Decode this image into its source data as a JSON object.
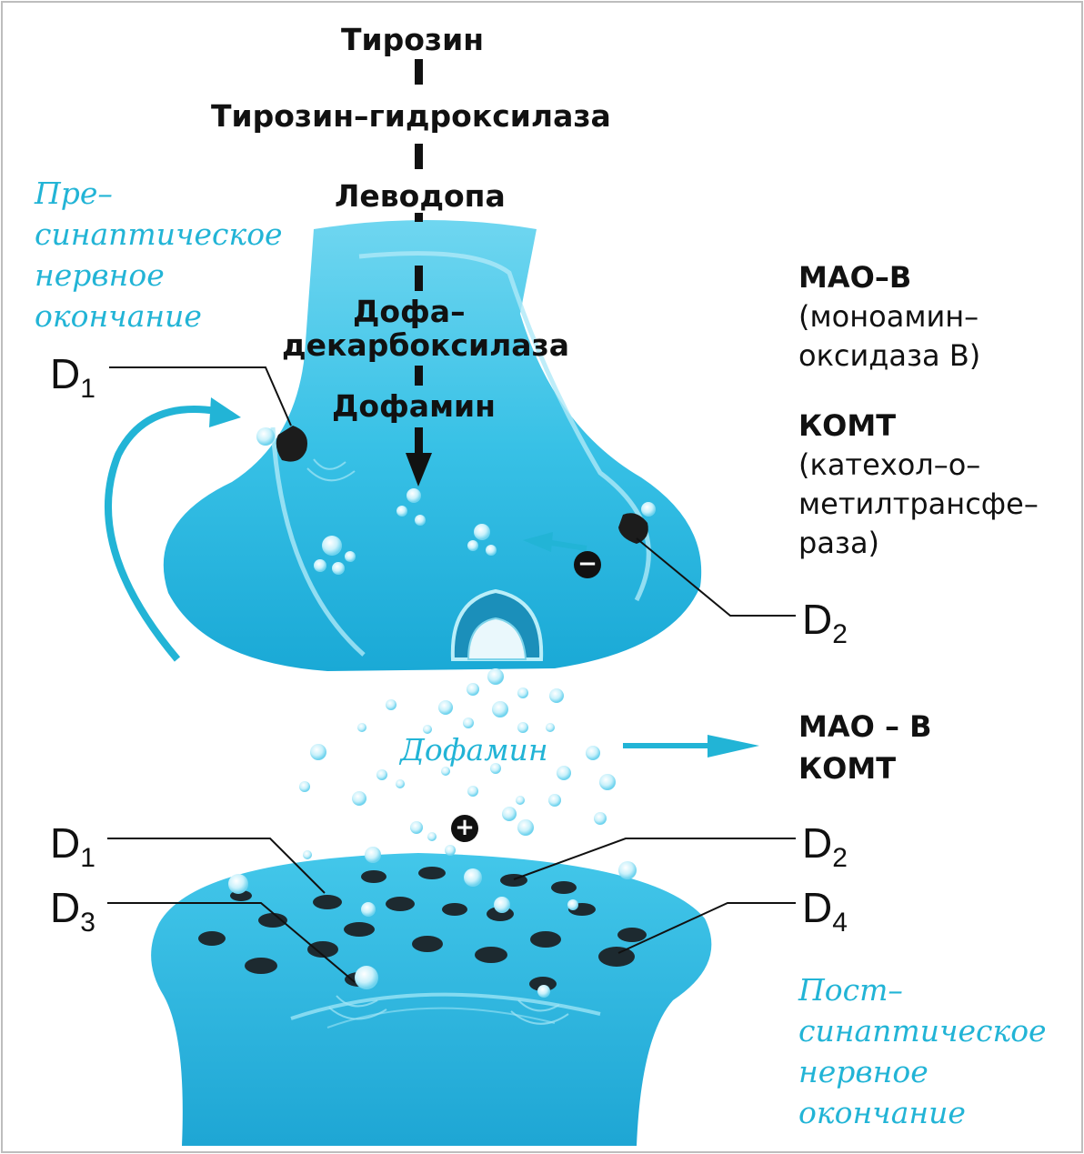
{
  "pathway": {
    "tyrosine": "Тирозин",
    "tyrosine_hydroxylase": "Тирозин–гидроксилаза",
    "levodopa": "Леводопа",
    "dopa_decarboxylase_1": "Дофа–",
    "dopa_decarboxylase_2": "декарбоксилаза",
    "dopamine": "Дофамин"
  },
  "presynaptic": {
    "lines": [
      "Пре–",
      "синаптическое",
      "нервное",
      "окончание"
    ]
  },
  "postsynaptic": {
    "lines": [
      "Пост–",
      "синаптическое",
      "нервное",
      "окончание"
    ]
  },
  "receptors": {
    "pre_d1": {
      "letter": "D",
      "sub": "1"
    },
    "pre_d2": {
      "letter": "D",
      "sub": "2"
    },
    "post_d1": {
      "letter": "D",
      "sub": "1"
    },
    "post_d2": {
      "letter": "D",
      "sub": "2"
    },
    "post_d3": {
      "letter": "D",
      "sub": "3"
    },
    "post_d4": {
      "letter": "D",
      "sub": "4"
    }
  },
  "enzymes": {
    "mao_title": "МАО–В",
    "mao_desc_1": "(моноамин–",
    "mao_desc_2": "оксидаза В)",
    "komt_title": "КОМТ",
    "komt_desc_1": "(катехол–о–",
    "komt_desc_2": "метилтрансфе–",
    "komt_desc_3": "раза)"
  },
  "cleft": {
    "dopamine_label": "Дофамин",
    "target_1": "МАО – В",
    "target_2": "КОМТ"
  },
  "signs": {
    "minus": "−",
    "plus": "+"
  },
  "colors": {
    "membrane": "#35c3e6",
    "membrane_light": "#8fe2f5",
    "label_blue": "#22b4d6",
    "ink": "#111111"
  }
}
